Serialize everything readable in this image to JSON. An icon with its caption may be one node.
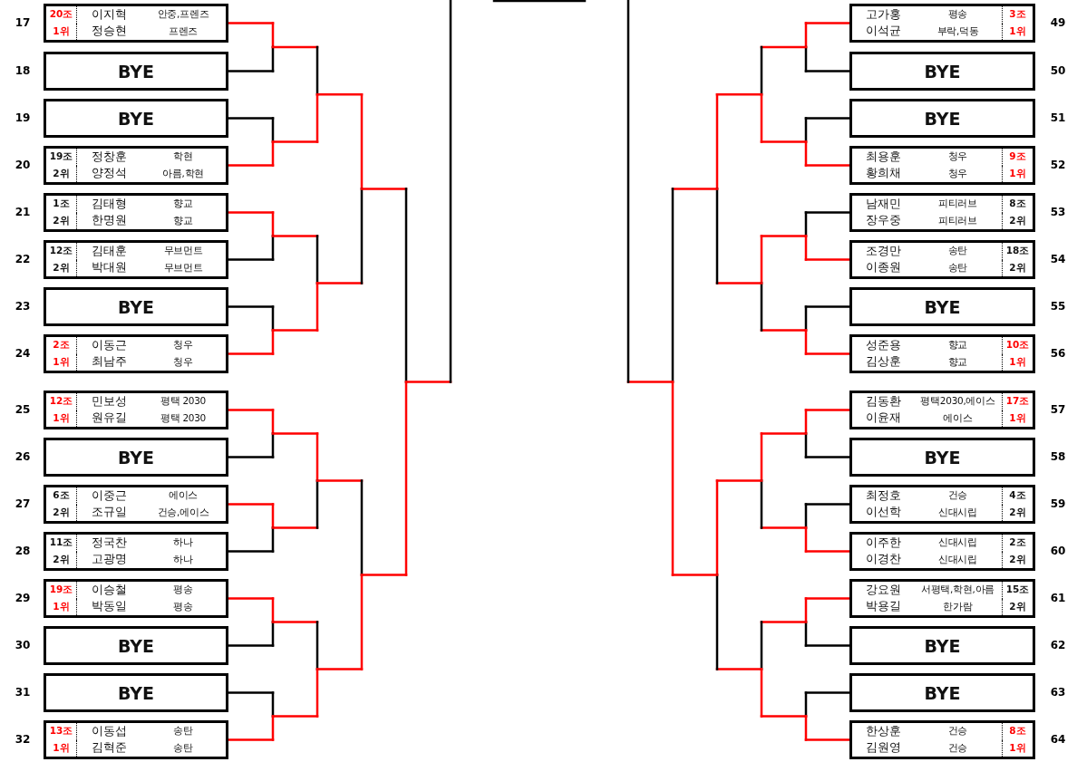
{
  "diagram": {
    "nodes": [
      {
        "text": [
          "20조",
          "이지혁",
          "안중,프렌즈",
          "1위",
          "정승현",
          "프렌즈"
        ],
        "beside": [
          "17"
        ]
      },
      {
        "text": [
          "BYE"
        ],
        "beside": [
          "18"
        ]
      },
      {
        "text": [
          "BYE"
        ],
        "beside": [
          "19"
        ]
      },
      {
        "text": [
          "19조",
          "정창훈",
          "학현",
          "2위",
          "양정석",
          "아름,학현"
        ],
        "beside": [
          "20"
        ]
      },
      {
        "text": [
          "1조",
          "김태형",
          "향교",
          "2위",
          "한명원",
          "향교"
        ],
        "beside": [
          "21"
        ]
      },
      {
        "text": [
          "12조",
          "김태훈",
          "무브먼트",
          "2위",
          "박대원",
          "무브먼트"
        ],
        "beside": [
          "22"
        ]
      },
      {
        "text": [
          "BYE"
        ],
        "beside": [
          "23"
        ]
      },
      {
        "text": [
          "2조",
          "이동근",
          "청우",
          "1위",
          "최남주",
          "청우"
        ],
        "beside": [
          "24"
        ]
      },
      {
        "text": [
          "12조",
          "민보성",
          "평택 2030",
          "1위",
          "원유길",
          "평택 2030"
        ],
        "beside": [
          "25"
        ]
      },
      {
        "text": [
          "BYE"
        ],
        "beside": [
          "26"
        ]
      },
      {
        "text": [
          "6조",
          "이중근",
          "에이스",
          "2위",
          "조규일",
          "건승,에이스"
        ],
        "beside": [
          "27"
        ]
      },
      {
        "text": [
          "11조",
          "정국찬",
          "하나",
          "2위",
          "고광명",
          "하나"
        ],
        "beside": [
          "28"
        ]
      },
      {
        "text": [
          "19조",
          "이승철",
          "평송",
          "1위",
          "박동일",
          "평송"
        ],
        "beside": [
          "29"
        ]
      },
      {
        "text": [
          "BYE"
        ],
        "beside": [
          "30"
        ]
      },
      {
        "text": [
          "BYE"
        ],
        "beside": [
          "31"
        ]
      },
      {
        "text": [
          "13조",
          "이동섭",
          "송탄",
          "1위",
          "김혁준",
          "송탄"
        ],
        "beside": [
          "32"
        ]
      },
      {
        "text": [
          "고가홍",
          "평송",
          "3조",
          "이석균",
          "부락,덕동",
          "1위"
        ],
        "beside": [
          "49"
        ]
      },
      {
        "text": [
          "BYE"
        ],
        "beside": [
          "50"
        ]
      },
      {
        "text": [
          "BYE"
        ],
        "beside": [
          "51"
        ]
      },
      {
        "text": [
          "최용훈",
          "청우",
          "9조",
          "황희채",
          "청우",
          "1위"
        ],
        "beside": [
          "52"
        ]
      },
      {
        "text": [
          "남재민",
          "피티러브",
          "8조",
          "장우중",
          "피티러브",
          "2위"
        ],
        "beside": [
          "53"
        ]
      },
      {
        "text": [
          "조경만",
          "송탄",
          "18조",
          "이종원",
          "송탄",
          "2위"
        ],
        "beside": [
          "54"
        ]
      },
      {
        "text": [
          "BYE"
        ],
        "beside": [
          "55"
        ]
      },
      {
        "text": [
          "성준용",
          "향교",
          "10조",
          "김상훈",
          "향교",
          "1위"
        ],
        "beside": [
          "56"
        ]
      },
      {
        "text": [
          "김동환",
          "평택2030,에이스",
          "17조",
          "이윤재",
          "에이스",
          "1위"
        ],
        "beside": [
          "57"
        ]
      },
      {
        "text": [
          "BYE"
        ],
        "beside": [
          "58"
        ]
      },
      {
        "text": [
          "최정호",
          "건승",
          "4조",
          "이선학",
          "신대시립",
          "2위"
        ],
        "beside": [
          "59"
        ]
      },
      {
        "text": [
          "이주한",
          "신대시립",
          "2조",
          "이경찬",
          "신대시립",
          "2위"
        ],
        "beside": [
          "60"
        ]
      },
      {
        "text": [
          "강요원",
          "서평택,학현,아름",
          "15조",
          "박용길",
          "한가람",
          "2위"
        ],
        "beside": [
          "61"
        ]
      },
      {
        "text": [
          "BYE"
        ],
        "beside": [
          "62"
        ]
      },
      {
        "text": [
          "BYE"
        ],
        "beside": [
          "63"
        ]
      },
      {
        "text": [
          "한상훈",
          "건승",
          "8조",
          "김원영",
          "건승",
          "1위"
        ],
        "beside": [
          "64"
        ]
      }
    ]
  }
}
